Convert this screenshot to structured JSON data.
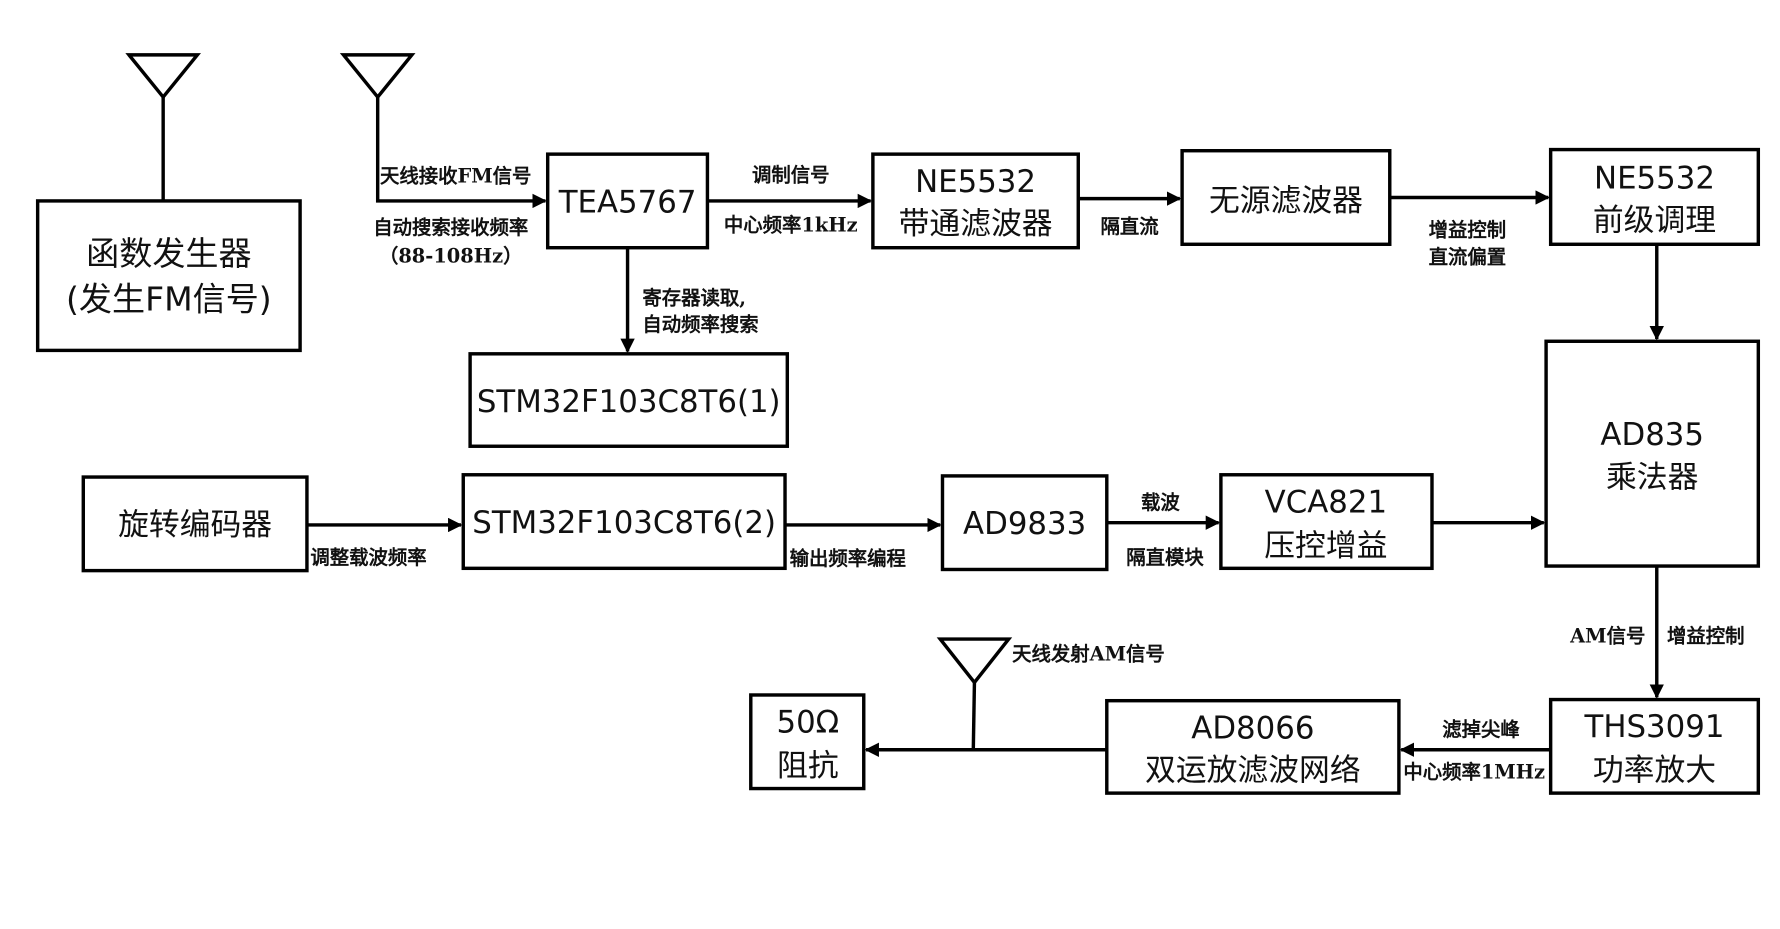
{
  "diagram": {
    "title": "FM receive / AM transmit system block diagram",
    "blocks": {
      "function_generator": [
        "函数发生器",
        "(发生FM信号)"
      ],
      "tea5767": [
        "TEA5767"
      ],
      "ne5532_bandpass": [
        "NE5532",
        "带通滤波器"
      ],
      "passive_filter": [
        "无源滤波器"
      ],
      "ne5532_precond": [
        "NE5532",
        "前级调理"
      ],
      "stm32_1": [
        "STM32F103C8T6(1)"
      ],
      "rotary_encoder": [
        "旋转编码器"
      ],
      "stm32_2": [
        "STM32F103C8T6(2)"
      ],
      "ad9833": [
        "AD9833"
      ],
      "vca821": [
        "VCA821",
        "压控增益"
      ],
      "ad835": [
        "AD835",
        "乘法器"
      ],
      "ths3091": [
        "THS3091",
        "功率放大"
      ],
      "ad8066": [
        "AD8066",
        "双运放滤波网络"
      ],
      "load_50ohm": [
        "50Ω",
        "阻抗"
      ]
    },
    "edge_labels": {
      "antenna_rx_top": "天线接收FM信号",
      "antenna_rx_bottom_1": "自动搜索接收频率",
      "antenna_rx_bottom_2": "（88-108Hz）",
      "tea_to_bp_top": "调制信号",
      "tea_to_bp_bottom": "中心频率1kHz",
      "tea_to_stm_1": "寄存器读取,",
      "tea_to_stm_2": "自动频率搜索",
      "bp_to_passive": "隔直流",
      "passive_to_pre_1": "增益控制",
      "passive_to_pre_2": "直流偏置",
      "encoder_to_stm": "调整载波频率",
      "stm_to_ad9833": "输出频率编程",
      "ad9833_to_vca_top": "载波",
      "ad9833_to_vca_bottom": "隔直模块",
      "ad835_to_ths_left": "AM信号",
      "ad835_to_ths_right": "增益控制",
      "ths_to_ad8066_top": "滤掉尖峰",
      "ths_to_ad8066_bottom": "中心频率1MHz",
      "antenna_tx": "天线发射AM信号"
    },
    "colors": {
      "stroke": "#000000",
      "background": "#ffffff"
    }
  }
}
